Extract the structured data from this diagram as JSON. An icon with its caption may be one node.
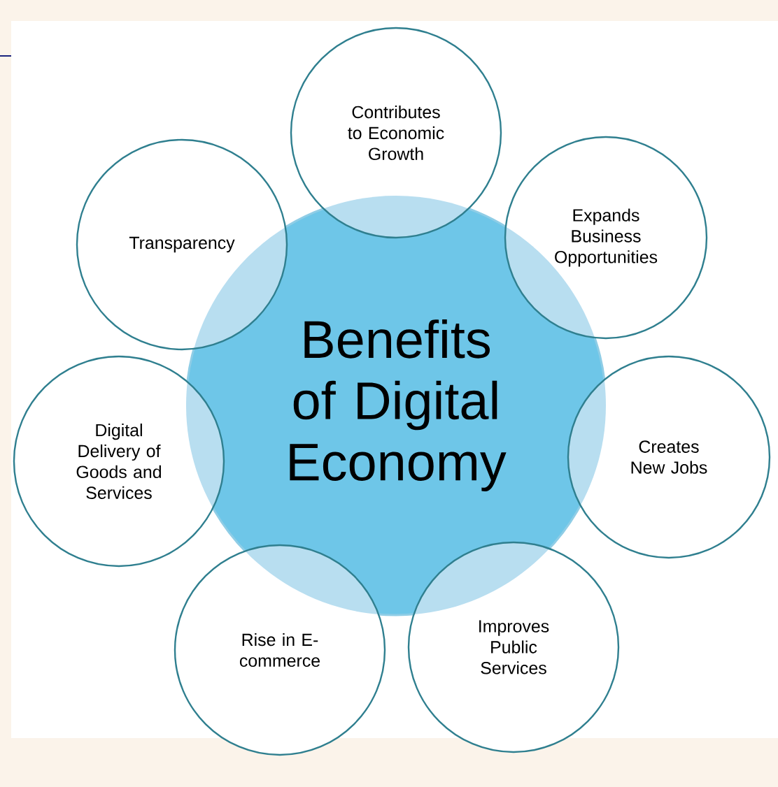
{
  "diagram": {
    "nodes": [
      {
        "text": [
          "Benefits of Digital Economy"
        ]
      },
      {
        "text": [
          "Contributes to Economic Growth"
        ]
      },
      {
        "text": [
          "Expands Business Opportunities"
        ]
      },
      {
        "text": [
          "Creates New Jobs"
        ]
      },
      {
        "text": [
          "Improves Public Services"
        ]
      },
      {
        "text": [
          "Rise in E-commerce"
        ]
      },
      {
        "text": [
          "Digital Delivery of Goods and Services"
        ]
      },
      {
        "text": [
          "Transparency"
        ]
      }
    ]
  }
}
